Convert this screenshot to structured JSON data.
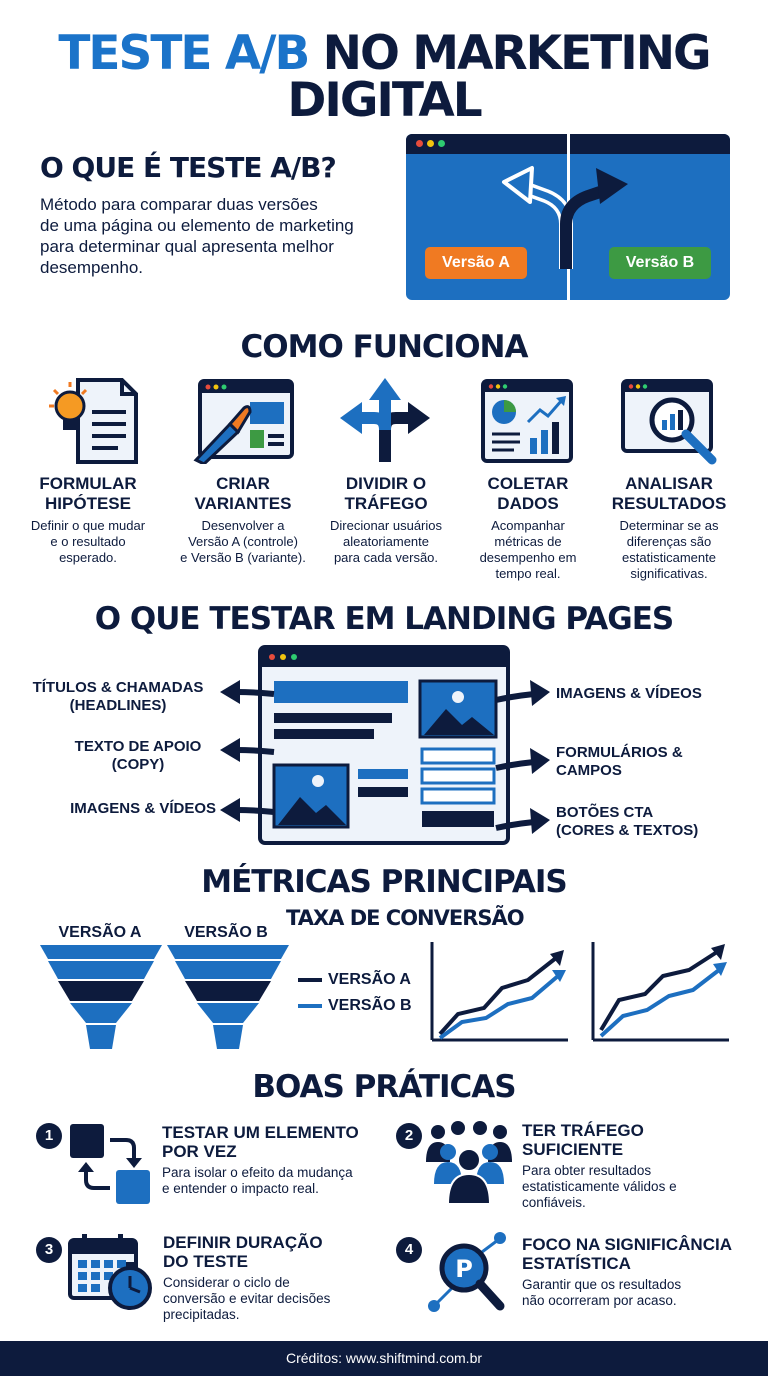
{
  "title": {
    "part1": "TESTE A/B",
    "part2": "NO MARKETING DIGITAL"
  },
  "what_is": {
    "heading": "O QUE É TESTE A/B?",
    "lines": [
      "Método para comparar duas versões",
      "de uma página ou elemento de marketing",
      "para determinar qual apresenta melhor",
      "desempenho."
    ],
    "version_a": "Versão A",
    "version_b": "Versão B"
  },
  "how_it_works": {
    "heading": "COMO FUNCIONA",
    "steps": [
      {
        "icon": "lightbulb-document-icon",
        "title": [
          "FORMULAR",
          "HIPÓTESE"
        ],
        "desc": [
          "Definir o que mudar",
          "e o resultado",
          "esperado."
        ]
      },
      {
        "icon": "design-brush-icon",
        "title": [
          "CRIAR",
          "VARIANTES"
        ],
        "desc": [
          "Desenvolver a",
          "Versão A (controle)",
          "e Versão B (variante)."
        ]
      },
      {
        "icon": "split-arrows-icon",
        "title": [
          "DIVIDIR O",
          "TRÁFEGO"
        ],
        "desc": [
          "Direcionar usuários",
          "aleatoriamente",
          "para cada versão."
        ]
      },
      {
        "icon": "data-charts-icon",
        "title": [
          "COLETAR",
          "DADOS"
        ],
        "desc": [
          "Acompanhar",
          "métricas de",
          "desempenho em",
          "tempo real."
        ]
      },
      {
        "icon": "magnifier-analysis-icon",
        "title": [
          "ANALISAR",
          "RESULTADOS"
        ],
        "desc": [
          "Determinar se as",
          "diferenças são",
          "estatisticamente",
          "significativas."
        ]
      }
    ]
  },
  "landing": {
    "heading": "O QUE TESTAR EM LANDING PAGES",
    "left": [
      [
        "TÍTULOS & CHAMADAS",
        "(HEADLINES)"
      ],
      [
        "TEXTO DE APOIO",
        "(COPY)"
      ],
      [
        "IMAGENS & VÍDEOS"
      ]
    ],
    "right": [
      [
        "IMAGENS & VÍDEOS"
      ],
      [
        "FORMULÁRIOS &",
        "CAMPOS"
      ],
      [
        "BOTÕES CTA",
        "(CORES & TEXTOS)"
      ]
    ]
  },
  "metrics": {
    "heading": "MÉTRICAS PRINCIPAIS",
    "conversion_title": "TAXA DE CONVERSÃO",
    "funnel_a": "VERSÃO A",
    "funnel_b": "VERSÃO B",
    "legend_a": "VERSÃO A",
    "legend_b": "VERSÃO B"
  },
  "practices": {
    "heading": "BOAS PRÁTICAS",
    "items": [
      {
        "num": "1",
        "icon": "swap-squares-icon",
        "title": [
          "TESTAR UM ELEMENTO",
          "POR VEZ"
        ],
        "desc": [
          "Para isolar o efeito da mudança",
          "e entender o impacto real."
        ]
      },
      {
        "num": "2",
        "icon": "audience-group-icon",
        "title": [
          "TER TRÁFEGO",
          "SUFICIENTE"
        ],
        "desc": [
          "Para obter resultados",
          "estatisticamente válidos e",
          "confiáveis."
        ]
      },
      {
        "num": "3",
        "icon": "calendar-stopwatch-icon",
        "title": [
          "DEFINIR DURAÇÃO",
          "DO TESTE"
        ],
        "desc": [
          "Considerar o ciclo de",
          "conversão e evitar decisões",
          "precipitadas."
        ]
      },
      {
        "num": "4",
        "icon": "significance-magnifier-icon",
        "title": [
          "FOCO NA SIGNIFICÂNCIA",
          "ESTATÍSTICA"
        ],
        "desc": [
          "Garantir que os resultados",
          "não ocorreram por acaso."
        ]
      }
    ]
  },
  "colors": {
    "navy": "#0d1b3d",
    "blue": "#1b73c9",
    "orange": "#f07a22",
    "green": "#3d9a43"
  },
  "footer": "Créditos: www.shiftmind.com.br"
}
